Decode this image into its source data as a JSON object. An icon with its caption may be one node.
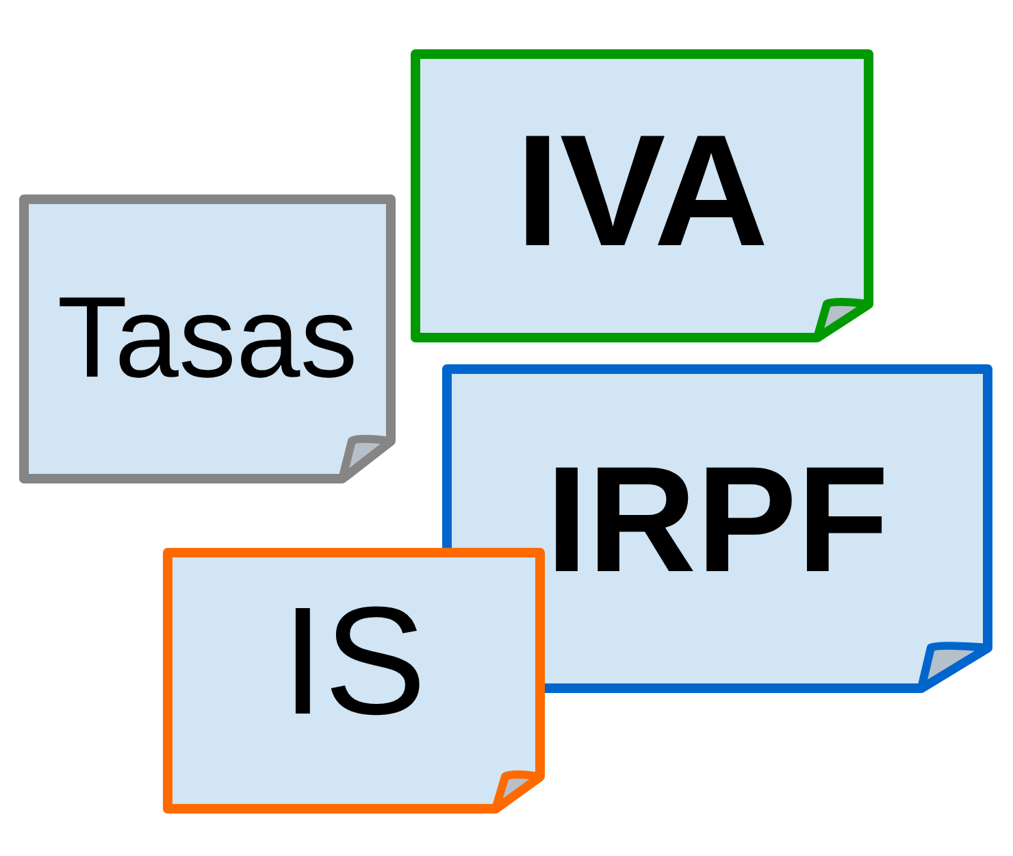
{
  "diagram": {
    "nodes": [
      {
        "text": [
          "IVA"
        ]
      },
      {
        "text": [
          "Tasas"
        ]
      },
      {
        "text": [
          "IRPF"
        ]
      },
      {
        "text": [
          "IS"
        ]
      }
    ]
  }
}
